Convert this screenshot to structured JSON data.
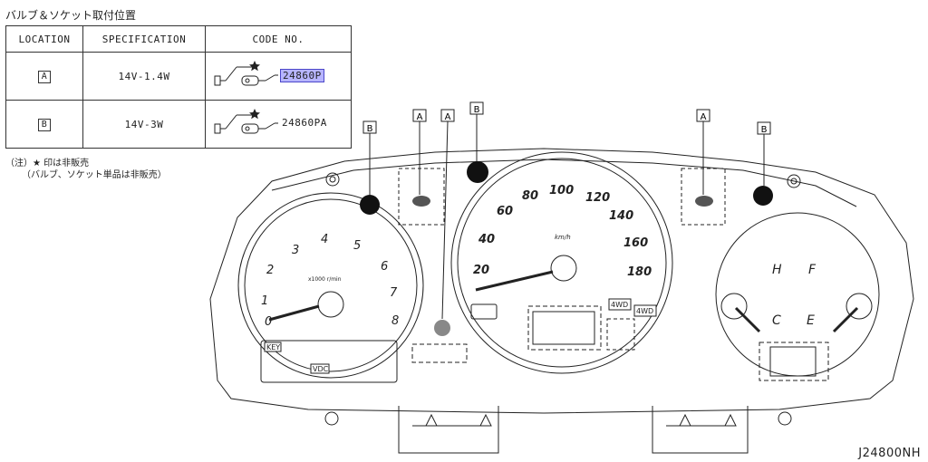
{
  "title": "バルブ＆ソケット取付位置",
  "table": {
    "headers": [
      "LOCATION",
      "SPECIFICATION",
      "CODE NO."
    ],
    "rows": [
      {
        "location": "A",
        "specification": "14V-1.4W",
        "code": "24860P",
        "highlighted": true
      },
      {
        "location": "B",
        "specification": "14V-3W",
        "code": "24860PA",
        "highlighted": false
      }
    ]
  },
  "note": {
    "line1": "（注）★ 印は非販売",
    "line2": "（バルブ、ソケット単品は非販売）"
  },
  "callouts": [
    "B",
    "A",
    "A",
    "B",
    "A",
    "B"
  ],
  "tachometer": {
    "ticks": [
      "0",
      "1",
      "2",
      "3",
      "4",
      "5",
      "6",
      "7",
      "8"
    ],
    "unit": "x1000 r/min"
  },
  "speedometer": {
    "ticks": [
      "20",
      "40",
      "60",
      "80",
      "100",
      "120",
      "140",
      "160",
      "180"
    ],
    "unit": "km/h"
  },
  "temp_gauge": {
    "high": "H",
    "low": "C"
  },
  "fuel_gauge": {
    "full": "F",
    "empty": "E"
  },
  "indicators": {
    "key": "KEY",
    "vdc": "VDC",
    "awd1": "4WD",
    "awd2": "4WD"
  },
  "figure_id": "J24800NH",
  "colors": {
    "line": "#222222",
    "highlight": "#b7b5ff"
  }
}
